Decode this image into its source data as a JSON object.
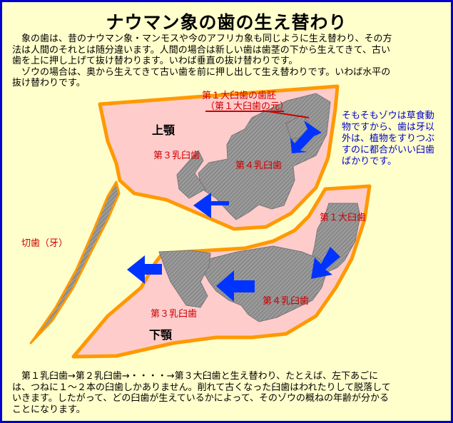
{
  "title": "ナウマン象の歯の生え替わり",
  "intro": {
    "line1": "　象の歯は、昔のナウマン象・マンモスや今のアフリカ象も同じように生え替わり、その方",
    "line2": "法は人間のそれとは随分違います。人間の場合は新しい歯は歯茎の下から生えてきて、古い",
    "line3": "歯を上に押し上げて抜け替わります。いわば垂直の抜け替わりです。",
    "line4": "　ゾウの場合は、奥から生えてきて古い歯を前に押し出して生え替わりです。いわば水平の",
    "line5": "抜け替わりです。"
  },
  "labels": {
    "germ_line1": "第１大臼歯の歯胚",
    "germ_line2": "（第１大臼歯の元）",
    "upper_jaw": "上顎",
    "lower_jaw": "下顎",
    "upper_m3": "第３乳臼歯",
    "upper_m4": "第４乳臼歯",
    "lower_molar1": "第１大臼歯",
    "lower_m3": "第３乳臼歯",
    "lower_m4": "第４乳臼歯",
    "incisor": "切歯（牙）"
  },
  "note": {
    "line1": "そもそもゾウは草食動",
    "line2": "物ですから、歯は牙以",
    "line3": "外は、植物をすりつぶ",
    "line4": "すのに都合がいい臼歯",
    "line5": "ばかりです。"
  },
  "outro": {
    "line1": "　第１乳臼歯→第２乳臼歯→・・・・→第３大臼歯と生え替わり、たとえば、左下あごに",
    "line2": "は、つねに１～２本の臼歯しかありません。削れて古くなった臼歯はわれたりして脱落して",
    "line3": "いきます。したがって、どの臼歯が生えているかによって、そのゾウの概ねの年齢が分かる",
    "line4": "ことになります。"
  },
  "colors": {
    "border": "#0000cc",
    "background": "#ffffcc",
    "jaw_fill": "#ffcccc",
    "jaw_outline": "#ff9900",
    "tooth_fill": "#999999",
    "arrow": "#0033ff",
    "red_text": "#cc0000",
    "blue_text": "#0000cc"
  }
}
